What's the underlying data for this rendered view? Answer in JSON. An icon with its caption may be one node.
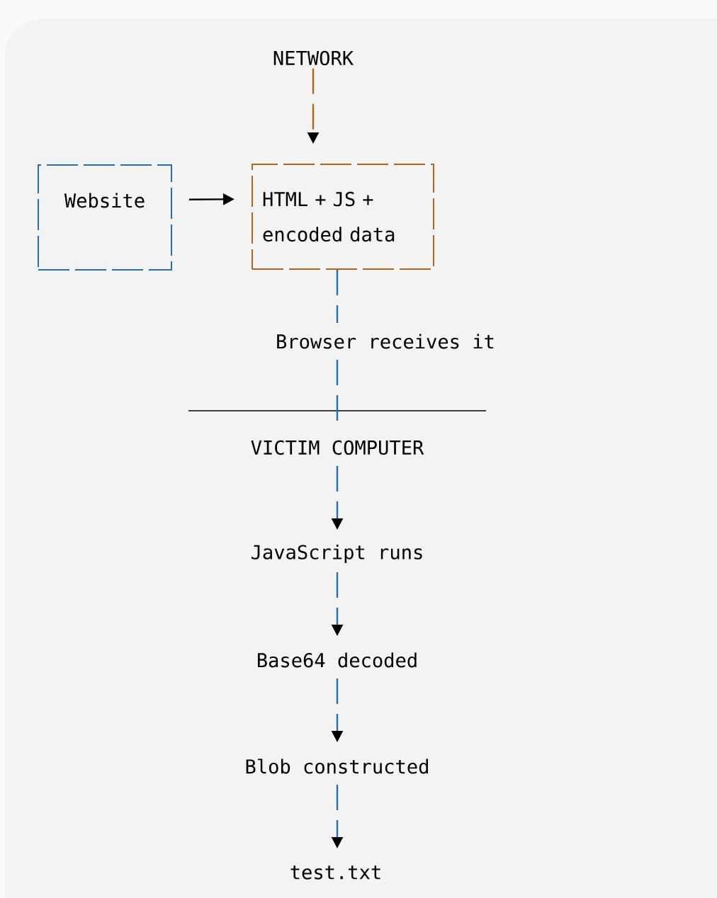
{
  "diagram": {
    "nodes": [
      {
        "text": [
          "NETWORK"
        ]
      },
      {
        "text": [
          "Website"
        ]
      },
      {
        "text": [
          "HTML + JS + encoded data"
        ]
      },
      {
        "text": [
          "Browser receives it"
        ]
      },
      {
        "text": [
          "VICTIM COMPUTER"
        ]
      },
      {
        "text": [
          "JavaScript runs"
        ]
      },
      {
        "text": [
          "Base64 decoded"
        ]
      },
      {
        "text": [
          "Blob constructed"
        ]
      },
      {
        "text": [
          "test.txt"
        ]
      }
    ],
    "edges": [
      {
        "from": 0,
        "to": 2,
        "arrow": "to",
        "style": "dashed",
        "color": "#b0651a"
      },
      {
        "from": 1,
        "to": 2,
        "arrow": "to",
        "color": "#000000"
      },
      {
        "from": 2,
        "to": 3,
        "arrow": "none",
        "style": "dashed"
      },
      {
        "from": 3,
        "to": 4,
        "arrow": "none",
        "style": "dashed"
      },
      {
        "from": 4,
        "to": 5,
        "arrow": "to",
        "style": "dashed"
      },
      {
        "from": 5,
        "to": 6,
        "arrow": "to",
        "style": "dashed"
      },
      {
        "from": 6,
        "to": 7,
        "arrow": "to",
        "style": "dashed"
      },
      {
        "from": 7,
        "to": 8,
        "arrow": "to",
        "style": "dashed"
      }
    ]
  }
}
